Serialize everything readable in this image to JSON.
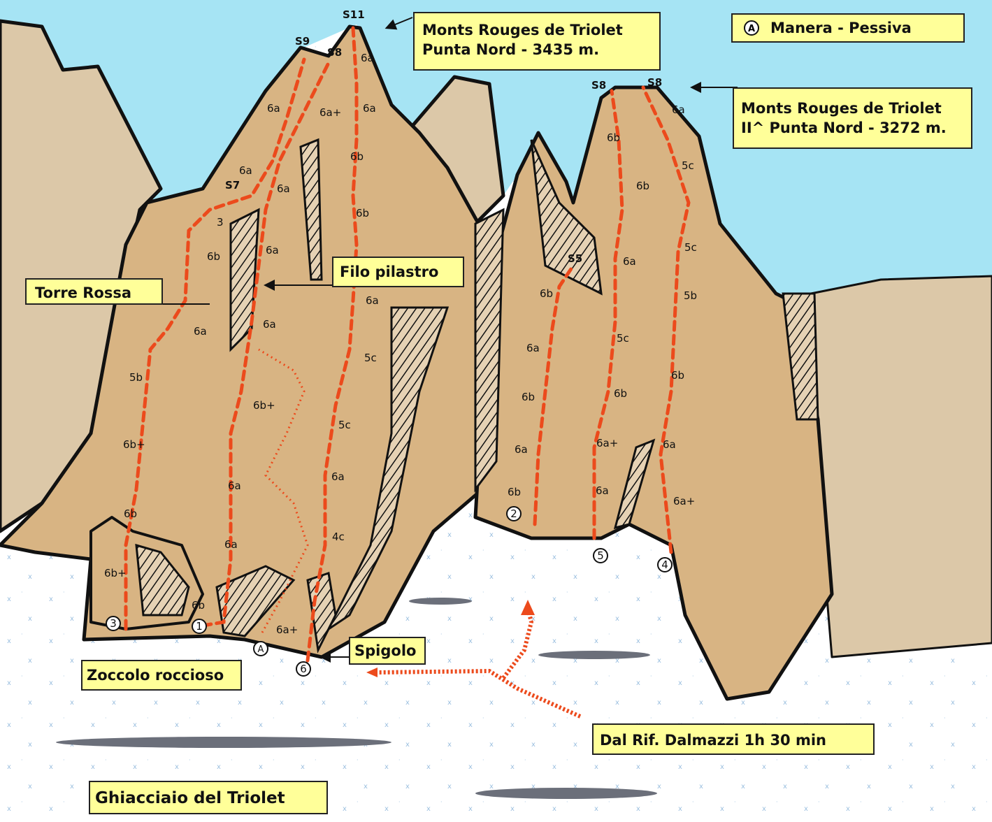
{
  "colors": {
    "sky": "#a6e4f4",
    "rock": "#d8b483",
    "rock_light": "#dcc8a8",
    "route": "#ec4a1c",
    "label_bg": "#ffff99",
    "snow_mark": "#9cc0e0"
  },
  "labels": {
    "summit_main_line1": "Monts Rouges de Triolet",
    "summit_main_line2": "Punta Nord - 3435 m.",
    "summit_second_line1": "Monts Rouges de Triolet",
    "summit_second_line2": "II^ Punta Nord - 3272 m.",
    "legend_symbol": "A",
    "legend_text": "Manera - Pessiva",
    "filo_pilastro": "Filo pilastro",
    "torre_rossa": "Torre Rossa",
    "spigolo": "Spigolo",
    "zoccolo": "Zoccolo roccioso",
    "approach": "Dal Rif. Dalmazzi 1h 30 min",
    "glacier": "Ghiacciaio del Triolet"
  },
  "belays": [
    "S11",
    "S9",
    "S8",
    "S7",
    "S5",
    "S8",
    "S8"
  ],
  "route_numbers": [
    "1",
    "2",
    "3",
    "4",
    "5",
    "6",
    "A"
  ],
  "grades": [
    "6a",
    "6a+",
    "6a",
    "6a",
    "6b",
    "6a",
    "6a",
    "6b",
    "3",
    "6b",
    "6a",
    "6a",
    "6a",
    "6a",
    "5c",
    "5b",
    "6b+",
    "5c",
    "6b+",
    "6a",
    "6a",
    "6b",
    "4c",
    "6a",
    "6b+",
    "6b",
    "6a+",
    "6a",
    "6b",
    "5c",
    "6b",
    "5c",
    "6a",
    "6b",
    "5b",
    "5c",
    "6a",
    "6b",
    "6b",
    "6b",
    "6a+",
    "6a",
    "6a",
    "6a",
    "6b",
    "6a+"
  ]
}
